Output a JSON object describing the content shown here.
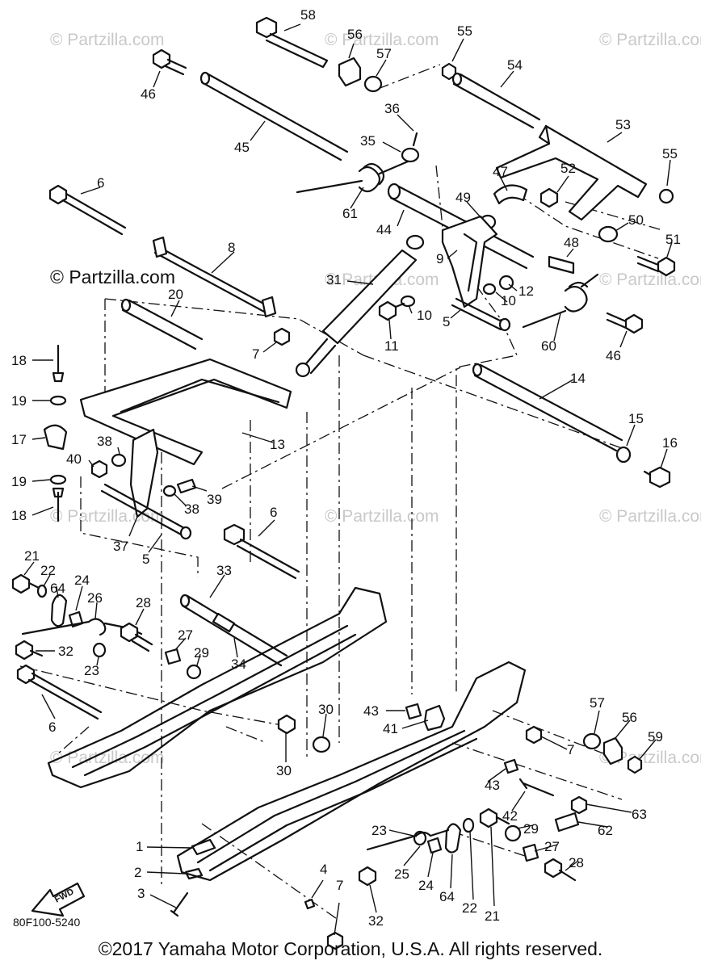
{
  "diagram": {
    "callouts": [
      {
        "id": "c58",
        "text": "58"
      },
      {
        "id": "c56a",
        "text": "56"
      },
      {
        "id": "c55a",
        "text": "55"
      },
      {
        "id": "c57a",
        "text": "57"
      },
      {
        "id": "c46a",
        "text": "46"
      },
      {
        "id": "c54",
        "text": "54"
      },
      {
        "id": "c36",
        "text": "36"
      },
      {
        "id": "c35",
        "text": "35"
      },
      {
        "id": "c45",
        "text": "45"
      },
      {
        "id": "c53",
        "text": "53"
      },
      {
        "id": "c55b",
        "text": "55"
      },
      {
        "id": "c47",
        "text": "47"
      },
      {
        "id": "c52",
        "text": "52"
      },
      {
        "id": "c6a",
        "text": "6"
      },
      {
        "id": "c61",
        "text": "61"
      },
      {
        "id": "c49",
        "text": "49"
      },
      {
        "id": "c44",
        "text": "44"
      },
      {
        "id": "c50",
        "text": "50"
      },
      {
        "id": "c51",
        "text": "51"
      },
      {
        "id": "c8",
        "text": "8"
      },
      {
        "id": "c48",
        "text": "48"
      },
      {
        "id": "c9",
        "text": "9"
      },
      {
        "id": "c31",
        "text": "31"
      },
      {
        "id": "c20",
        "text": "20"
      },
      {
        "id": "c12",
        "text": "12"
      },
      {
        "id": "c10a",
        "text": "10"
      },
      {
        "id": "c10b",
        "text": "10"
      },
      {
        "id": "c5a",
        "text": "5"
      },
      {
        "id": "c11",
        "text": "11"
      },
      {
        "id": "c60",
        "text": "60"
      },
      {
        "id": "c46b",
        "text": "46"
      },
      {
        "id": "c7a",
        "text": "7"
      },
      {
        "id": "c18a",
        "text": "18"
      },
      {
        "id": "c14",
        "text": "14"
      },
      {
        "id": "c19a",
        "text": "19"
      },
      {
        "id": "c15",
        "text": "15"
      },
      {
        "id": "c16",
        "text": "16"
      },
      {
        "id": "c17",
        "text": "17"
      },
      {
        "id": "c13",
        "text": "13"
      },
      {
        "id": "c38a",
        "text": "38"
      },
      {
        "id": "c40",
        "text": "40"
      },
      {
        "id": "c19b",
        "text": "19"
      },
      {
        "id": "c39",
        "text": "39"
      },
      {
        "id": "c38b",
        "text": "38"
      },
      {
        "id": "c18b",
        "text": "18"
      },
      {
        "id": "c6b",
        "text": "6"
      },
      {
        "id": "c37",
        "text": "37"
      },
      {
        "id": "c5b",
        "text": "5"
      },
      {
        "id": "c21a",
        "text": "21"
      },
      {
        "id": "c22a",
        "text": "22"
      },
      {
        "id": "c64a",
        "text": "64"
      },
      {
        "id": "c24a",
        "text": "24"
      },
      {
        "id": "c33",
        "text": "33"
      },
      {
        "id": "c26",
        "text": "26"
      },
      {
        "id": "c28a",
        "text": "28"
      },
      {
        "id": "c32a",
        "text": "32"
      },
      {
        "id": "c27a",
        "text": "27"
      },
      {
        "id": "c29a",
        "text": "29"
      },
      {
        "id": "c23a",
        "text": "23"
      },
      {
        "id": "c34",
        "text": "34"
      },
      {
        "id": "c6c",
        "text": "6"
      },
      {
        "id": "c30a",
        "text": "30"
      },
      {
        "id": "c43a",
        "text": "43"
      },
      {
        "id": "c57b",
        "text": "57"
      },
      {
        "id": "c56b",
        "text": "56"
      },
      {
        "id": "c41",
        "text": "41"
      },
      {
        "id": "c59",
        "text": "59"
      },
      {
        "id": "c7b",
        "text": "7"
      },
      {
        "id": "c30b",
        "text": "30"
      },
      {
        "id": "c43b",
        "text": "43"
      },
      {
        "id": "c42",
        "text": "42"
      },
      {
        "id": "c63",
        "text": "63"
      },
      {
        "id": "c62",
        "text": "62"
      },
      {
        "id": "c23b",
        "text": "23"
      },
      {
        "id": "c29b",
        "text": "29"
      },
      {
        "id": "c1",
        "text": "1"
      },
      {
        "id": "c27b",
        "text": "27"
      },
      {
        "id": "c28b",
        "text": "28"
      },
      {
        "id": "c25",
        "text": "25"
      },
      {
        "id": "c2",
        "text": "2"
      },
      {
        "id": "c4",
        "text": "4"
      },
      {
        "id": "c7c",
        "text": "7"
      },
      {
        "id": "c24b",
        "text": "24"
      },
      {
        "id": "c64b",
        "text": "64"
      },
      {
        "id": "c22b",
        "text": "22"
      },
      {
        "id": "c21b",
        "text": "21"
      },
      {
        "id": "c3",
        "text": "3"
      },
      {
        "id": "c32b",
        "text": "32"
      }
    ],
    "watermarks": [
      "© Partzilla.com",
      "© Partzilla.com",
      "© Partzilla.com",
      "© Partzilla.com",
      "© Partzilla.com",
      "© Partzilla.com",
      "© Partzilla.com",
      "© Partzilla.com",
      "© Partzilla.com",
      "© Partzilla.com"
    ],
    "watermark_dark": "© Partzilla.com",
    "fwd_label": "FWD",
    "drawing_code": "80F100-5240",
    "copyright": "©2017  Yamaha Motor Corporation, U.S.A. All rights reserved."
  },
  "colors": {
    "ink": "#111111",
    "background": "#ffffff",
    "watermark": "#c9c9c9"
  }
}
